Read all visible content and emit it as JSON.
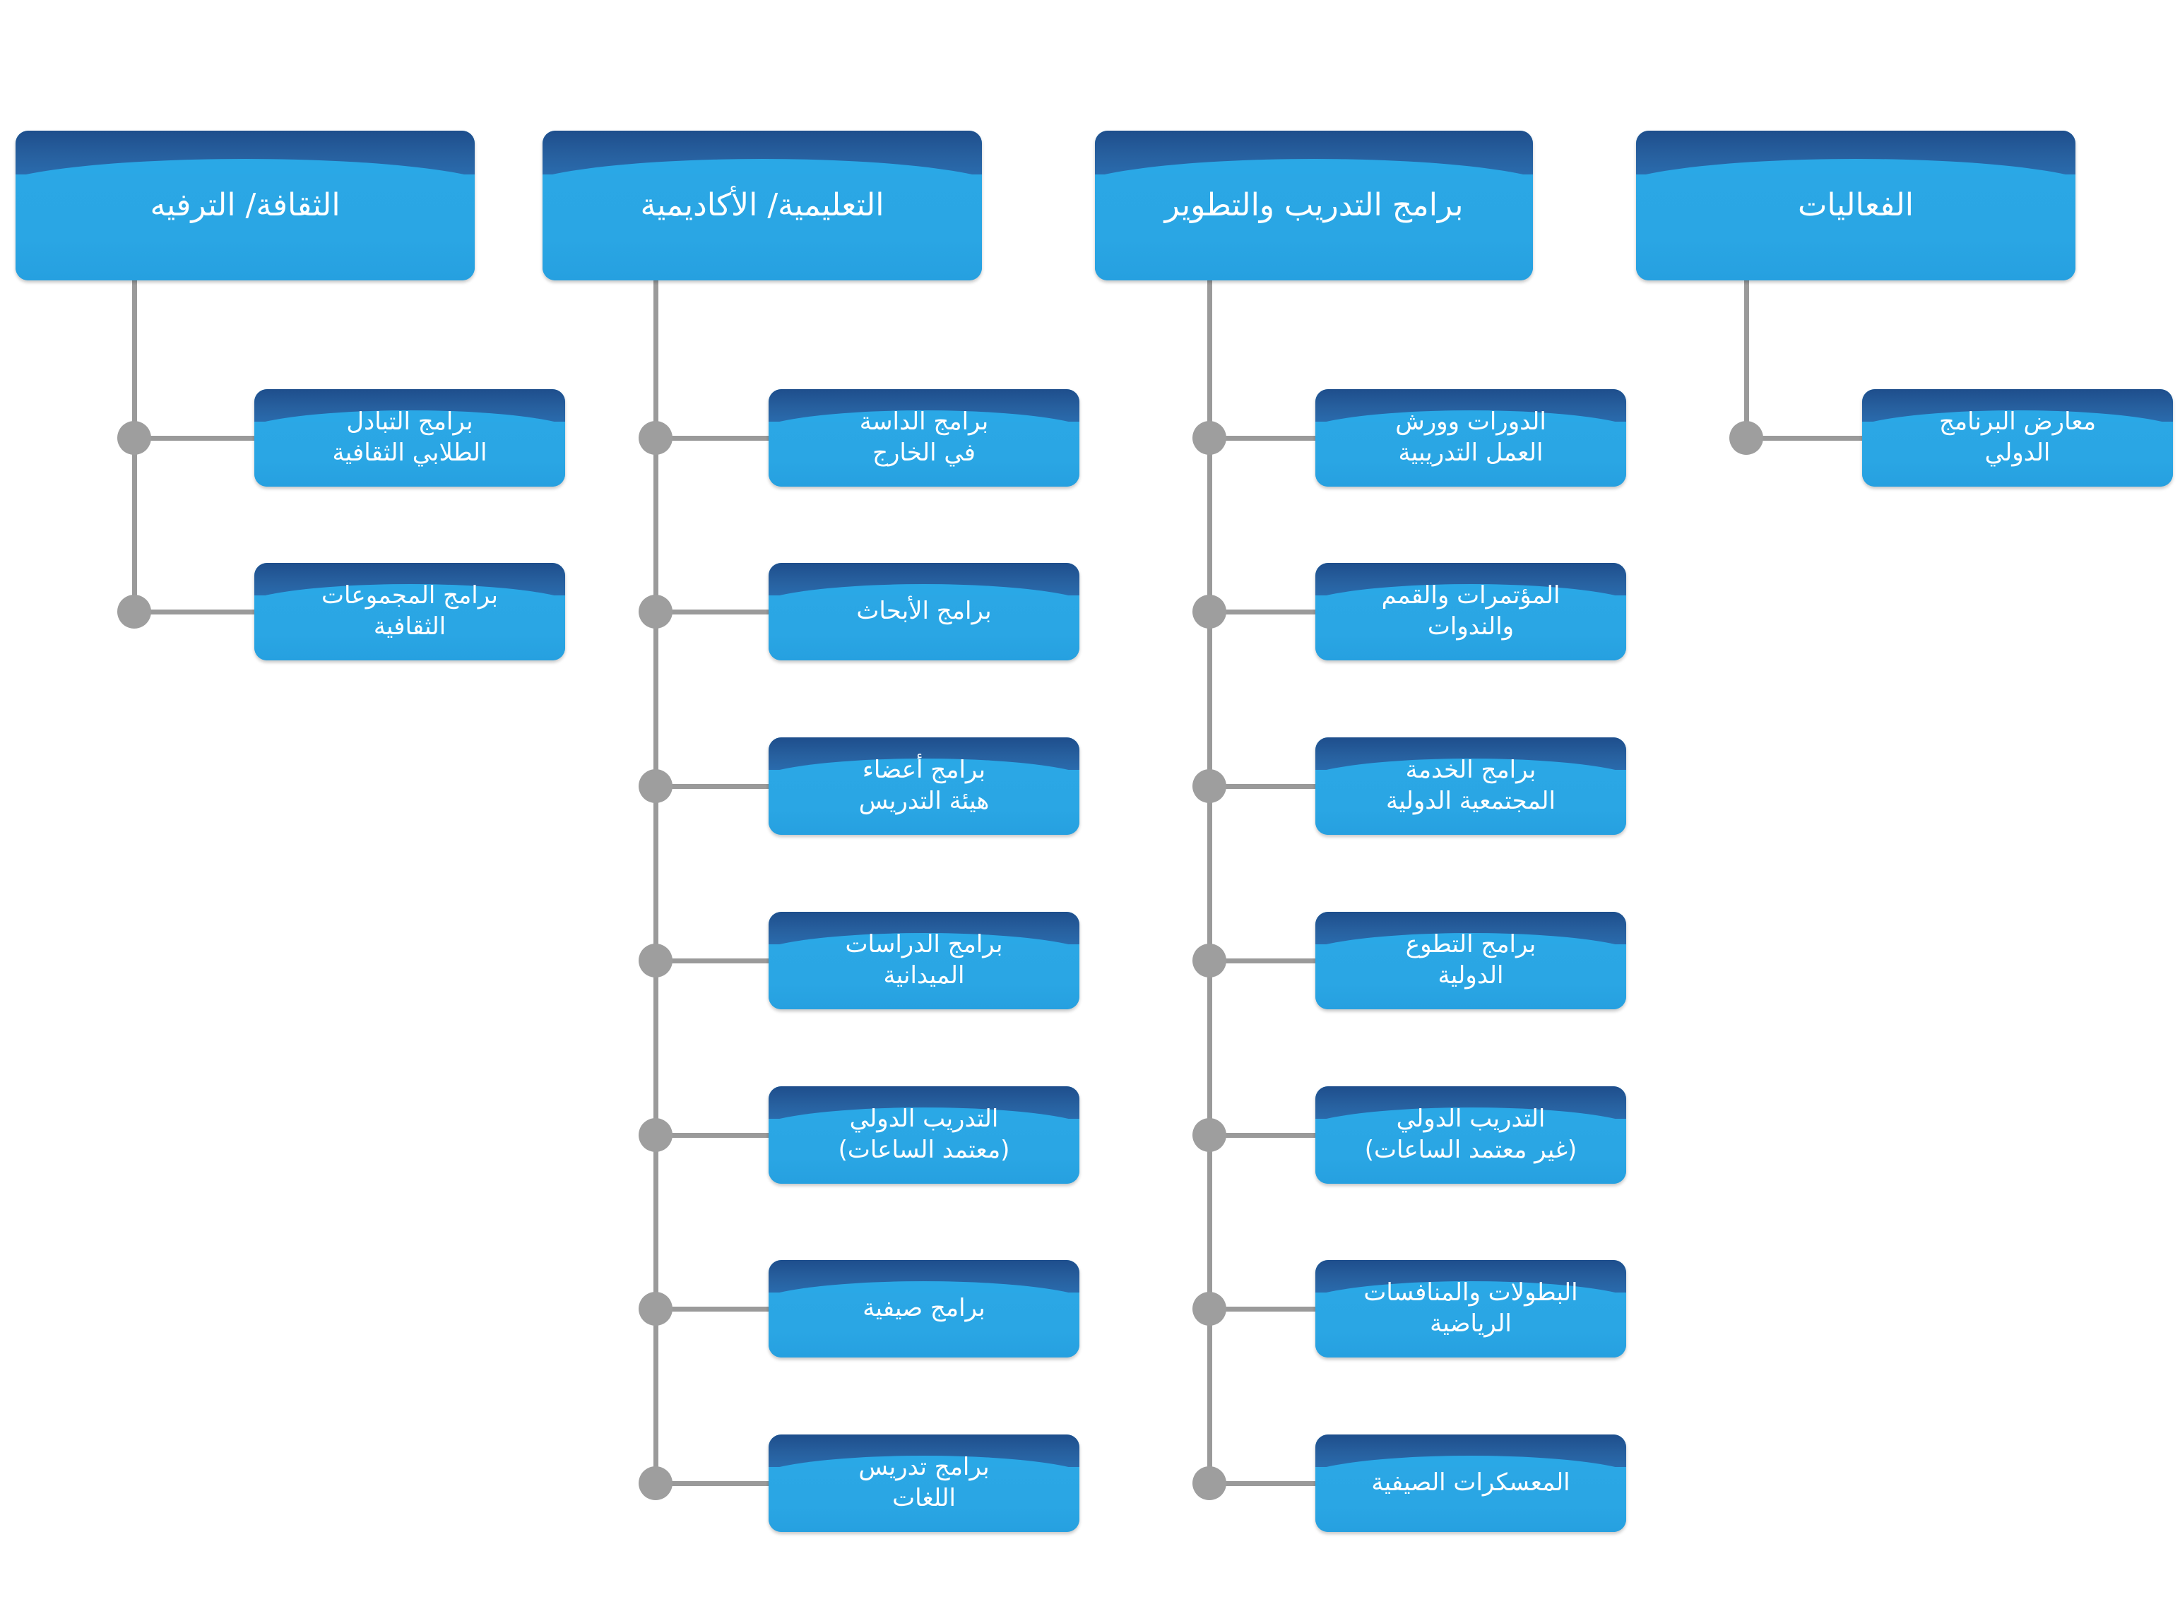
{
  "diagram": {
    "type": "org-chart",
    "direction": "rtl",
    "language": "ar",
    "colors": {
      "box_light_blue": "#2aa8e6",
      "box_dark_blue": "#1e4e8c",
      "connector_gray": "#9a9a9a",
      "node_gray": "#9e9e9e",
      "text": "#ffffff",
      "background": "#ffffff"
    },
    "columns": [
      {
        "id": "culture-recreation",
        "header": "الثقافة/ الترفيه",
        "children": [
          "برامج التبادل\nالطلابي الثقافية",
          "برامج المجموعات\nالثقافية"
        ]
      },
      {
        "id": "educational-academic",
        "header": "التعليمية/ الأكاديمية",
        "children": [
          "برامج الداسة\nفي الخارج",
          "برامج الأبحاث",
          "برامج أعضاء\nهيئة التدريس",
          "برامج الدراسات\nالميدانية",
          "التدريب الدولي\n(معتمد الساعات)",
          "برامج صيفية",
          "برامج تدريس\nاللغات"
        ]
      },
      {
        "id": "training-development",
        "header": "برامج التدريب والتطوير",
        "children": [
          "الدورات وورش\nالعمل التدريبية",
          "المؤتمرات والقمم\nوالندوات",
          "برامج الخدمة\nالمجتمعية الدولية",
          "برامج التطوع\nالدولية",
          "التدريب الدولي\n(غير معتمد الساعات)",
          "البطولات والمنافسات\nالرياضية",
          "المعسكرات الصيفية"
        ]
      },
      {
        "id": "events",
        "header": "الفعاليات",
        "children": [
          "معارض البرنامج\nالدولي"
        ]
      }
    ]
  }
}
